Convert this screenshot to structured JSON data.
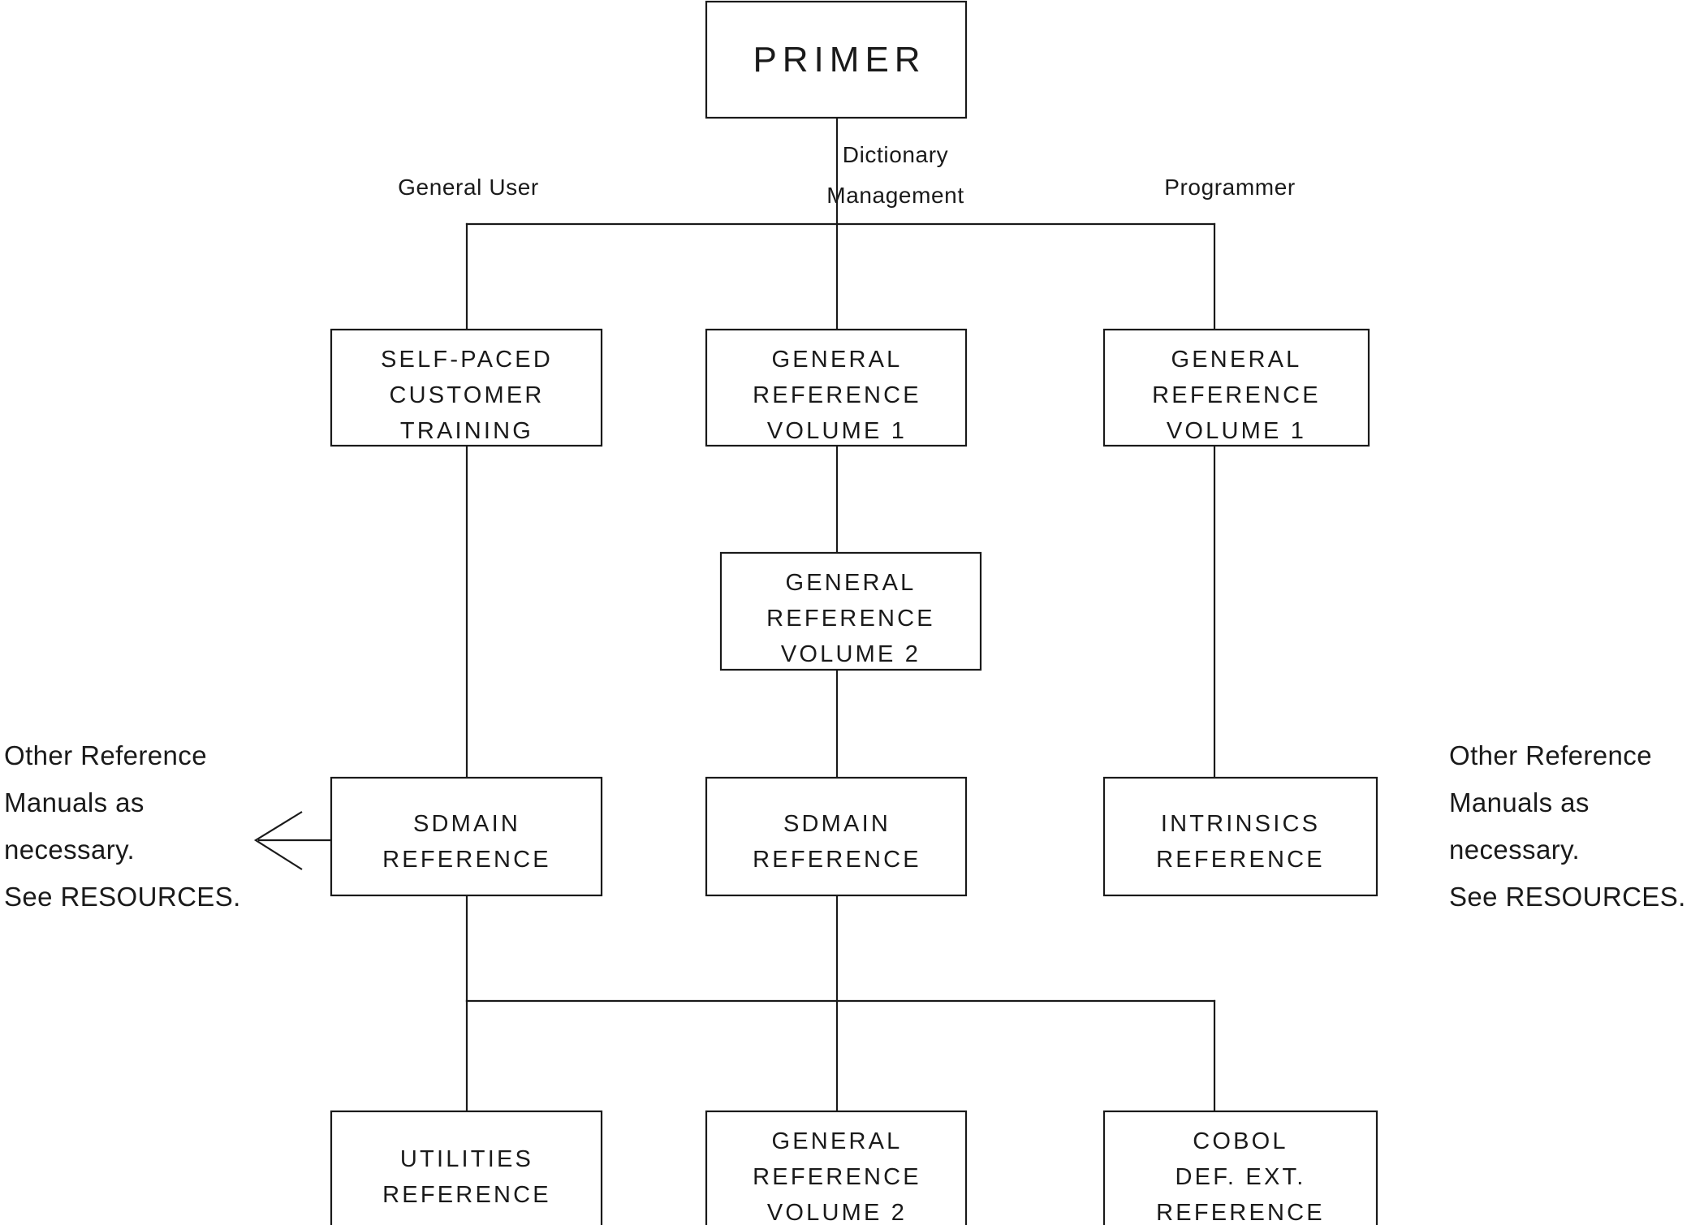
{
  "diagram": {
    "title": "PRIMER",
    "root": {
      "label": "PRIMER"
    },
    "edge_labels": {
      "general_user": "General User",
      "dictionary_management_line1": "Dictionary",
      "dictionary_management_line2": "Management",
      "programmer": "Programmer"
    },
    "columns": {
      "general_user": {
        "row1": {
          "line1": "SELF-PACED",
          "line2": "CUSTOMER",
          "line3": "TRAINING"
        },
        "row3": {
          "line1": "SDMAIN",
          "line2": "REFERENCE"
        },
        "row4": {
          "line1": "UTILITIES",
          "line2": "REFERENCE"
        }
      },
      "dictionary_management": {
        "row1": {
          "line1": "GENERAL",
          "line2": "REFERENCE",
          "line3": "VOLUME 1"
        },
        "row2": {
          "line1": "GENERAL",
          "line2": "REFERENCE",
          "line3": "VOLUME 2"
        },
        "row3": {
          "line1": "SDMAIN",
          "line2": "REFERENCE"
        },
        "row4": {
          "line1": "GENERAL",
          "line2": "REFERENCE",
          "line3": "VOLUME 2"
        }
      },
      "programmer": {
        "row1": {
          "line1": "GENERAL",
          "line2": "REFERENCE",
          "line3": "VOLUME 1"
        },
        "row3": {
          "line1": "INTRINSICS",
          "line2": "REFERENCE"
        },
        "row4": {
          "line1": "COBOL",
          "line2": "DEF. EXT.",
          "line3": "REFERENCE"
        }
      }
    },
    "notes": {
      "left": {
        "line1": "Other Reference",
        "line2": "Manuals as",
        "line3": "necessary.",
        "line4": "See RESOURCES."
      },
      "right": {
        "line1": "Other Reference",
        "line2": "Manuals as",
        "line3": "necessary.",
        "line4": "See RESOURCES."
      }
    },
    "colors": {
      "stroke": "#1a1a1a",
      "background": "#ffffff"
    }
  }
}
